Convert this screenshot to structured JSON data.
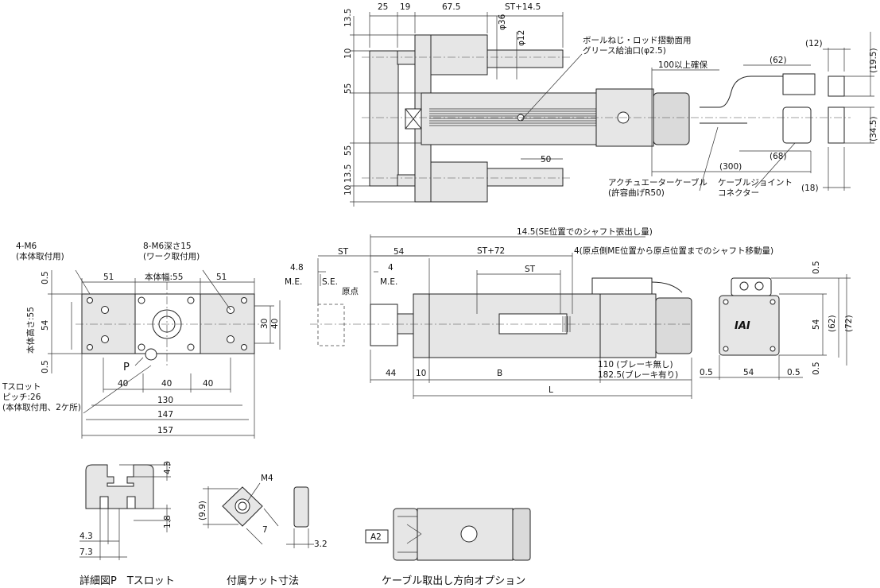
{
  "top_view": {
    "dims": {
      "d25": "25",
      "d19": "19",
      "d67_5": "67.5",
      "st_14_5": "ST+14.5",
      "phi36": "φ36",
      "phi12": "φ12",
      "d13_5_top": "13.5",
      "d10_top": "10",
      "d55_a": "55",
      "d55_b": "55",
      "d13_5_bot": "13.5",
      "d10_bot": "10",
      "d50": "50",
      "d100": "100以上確保",
      "d62": "(62)",
      "d68": "(68)",
      "d300": "(300)",
      "d12": "(12)",
      "d19_5": "(19.5)",
      "d34_5": "(34.5)",
      "d18": "(18)"
    },
    "labels": {
      "grease_line1": "ボールねじ・ロッド摺動面用",
      "grease_line2": "グリース給油口(φ2.5)",
      "cable_line1": "アクチュエーターケーブル",
      "cable_line2": "(許容曲げR50)",
      "joint_line1": "ケーブルジョイント",
      "joint_line2": "コネクター"
    }
  },
  "front_view": {
    "dims": {
      "m6_a": "4-M6",
      "m6_b": "(本体取付用)",
      "m6d_a": "8-M6深さ15",
      "m6d_b": "(ワーク取付用)",
      "w51a": "51",
      "w55": "本体幅:55",
      "w51b": "51",
      "h05a": "0.5",
      "h54": "54",
      "h05b": "0.5",
      "height_label": "本体高さ:55",
      "d30": "30",
      "d40v": "40",
      "p": "P",
      "b40a": "40",
      "b40b": "40",
      "b40c": "40",
      "d130": "130",
      "d147": "147",
      "d157": "157",
      "tslot_a": "Tスロット",
      "tslot_b": "ピッチ:26",
      "tslot_c": "(本体取付用、2ケ所)"
    }
  },
  "side_view": {
    "dims": {
      "st_a": "ST",
      "d54": "54",
      "d4_8": "4.8",
      "d4": "4",
      "me1": "M.E.",
      "se": "S.E.",
      "origin": "原点",
      "me2": "M.E.",
      "note145": "14.5(SE位置でのシャフト張出し量)",
      "st72": "ST+72",
      "note4": "4(原点側ME位置から原点位置までのシャフト移動量)",
      "st_b": "ST",
      "d44": "44",
      "d10": "10",
      "b": "B",
      "d110": "110 (ブレーキ無し)",
      "d182": "182.5(ブレーキ有り)",
      "l": "L"
    }
  },
  "end_view": {
    "logo": "IAI",
    "dims": {
      "t05": "0.5",
      "v54": "54",
      "v62": "(62)",
      "v72": "(72)",
      "v05": "0.5",
      "h05a": "0.5",
      "h54": "54",
      "h05b": "0.5"
    }
  },
  "detail_p": {
    "caption": "詳細図P　Tスロット",
    "dims": {
      "d4_3a": "4.3",
      "d1_8": "1.8",
      "d4_3b": "4.3",
      "d7_3": "7.3"
    }
  },
  "nut": {
    "caption": "付属ナット寸法",
    "dims": {
      "m4": "M4",
      "d9_9": "(9.9)",
      "d7": "7",
      "d3_2": "3.2"
    }
  },
  "cable_option": {
    "caption": "ケーブル取出し方向オプション",
    "tag": "A2"
  }
}
